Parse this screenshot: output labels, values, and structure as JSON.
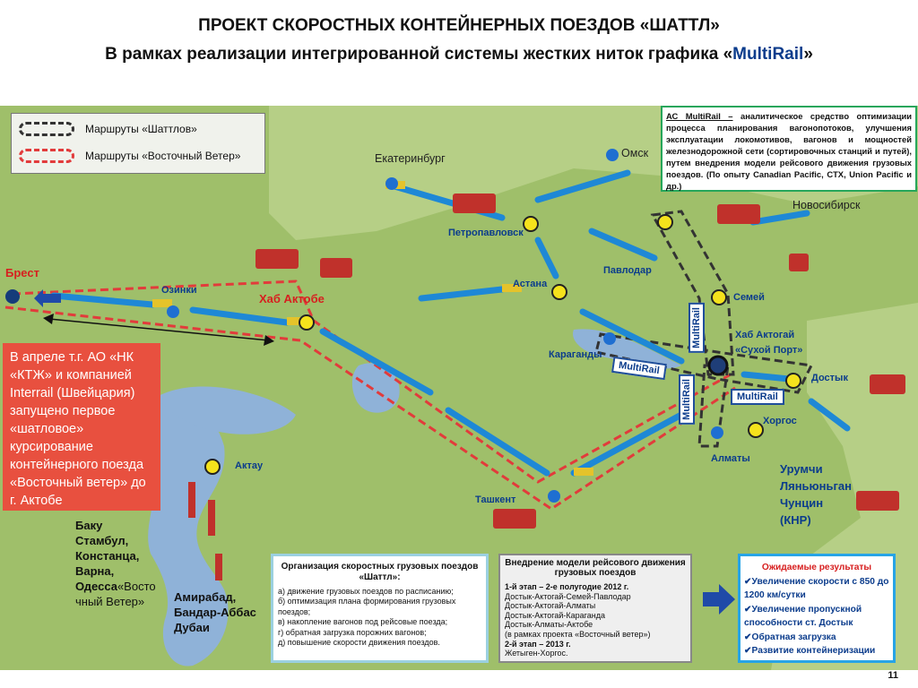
{
  "header": {
    "title_line1": "ПРОЕКТ СКОРОСТНЫХ КОНТЕЙНЕРНЫХ ПОЕЗДОВ «ШАТТЛ»",
    "title_line2_prefix": "В рамках реализации интегрированной системы жестких ниток графика «",
    "title_line2_brand": "MultiRail",
    "title_line2_suffix": "»"
  },
  "legend": {
    "shuttle_label": "Маршруты «Шаттлов»",
    "east_wind_label": "Маршруты «Восточный Ветер»"
  },
  "info_top": {
    "lead": "АС MultiRail –",
    "text": " аналитическое средство оптимизации процесса планирования вагонопотоков, улучшения эксплуатации локомотивов, вагонов и мощностей железнодорожной сети (сортировочных станций и путей), путем внедрения модели рейсового движения грузовых поездов. (По опыту Canadian Pacific, CTX, Union Pacific и др.)"
  },
  "red_box": {
    "text": "В апреле т.г. АО «НК «КТЖ» и компанией Interrail (Швейцария) запущено первое «шатловое» курсирование контейнерного поезда «Восточный ветер» до г. Актобе"
  },
  "cities": {
    "ekaterinburg": "Екатеринбург",
    "omsk": "Омск",
    "novosibirsk": "Новосибирск",
    "petropavlovsk": "Петропавловск",
    "pavlodar": "Павлодар",
    "astana": "Астана",
    "semey": "Семей",
    "brest": "Брест",
    "ozinki": "Озинки",
    "hub_aktobe": "Хаб Актобе",
    "karaganda": "Караганды",
    "aktogay_line1": "Хаб Актогай",
    "aktogay_line2": "«Сухой Порт»",
    "dostyk": "Достык",
    "khorgos": "Хоргос",
    "almaty": "Алматы",
    "tashkent": "Ташкент",
    "aktau": "Актау"
  },
  "multirail_label": "MultiRail",
  "west_cities": {
    "line1": "Баку",
    "line2": "Стамбул,",
    "line3": "Констанца,",
    "line4": "Варна,",
    "line5_bold": "Одесса",
    "line5_rest": "«Восто",
    "line6": "чный Ветер»"
  },
  "south_cities": {
    "line1": "Амирабад,",
    "line2": "Бандар-Аббас",
    "line3": "Дубаи"
  },
  "china": {
    "line1": "Урумчи",
    "line2": "Ляньюньган",
    "line3": "Чунцин",
    "line4": "(КНР)"
  },
  "box_shuttle": {
    "heading": "Организация скоростных грузовых поездов «Шаттл»:",
    "items": [
      "а) движение грузовых поездов по расписанию;",
      "б) оптимизация плана формирования грузовых поездов;",
      "в) накопление вагонов под рейсовые поезда;",
      "г) обратная загрузка порожних вагонов;",
      "д) повышение скорости движения поездов."
    ]
  },
  "box_model": {
    "heading": "Внедрение модели рейсового движения грузовых поездов",
    "stage1": "1-й этап – 2-е полугодие 2012 г.",
    "stage1_items": [
      "Достык-Актогай-Семей-Павлодар",
      "Достык-Актогай-Алматы",
      "Достык-Актогай-Караганда",
      "Достык-Алматы-Актобе",
      "(в рамках проекта «Восточный ветер»)"
    ],
    "stage2": "2-й этап – 2013 г.",
    "stage2_items": [
      "Жетыген-Хоргос."
    ]
  },
  "box_results": {
    "heading": "Ожидаемые результаты",
    "items": [
      "Увеличение скорости с 850 до 1200 км/сутки",
      "Увеличение пропускной способности ст. Достык",
      "Обратная загрузка",
      "Развитие контейнеризации"
    ]
  },
  "page_number": "11",
  "colors": {
    "map_land": "#9fbf6a",
    "water": "#8fb2d8",
    "shuttle_route": "#333333",
    "east_wind_route": "#e23b3b",
    "accent_blue": "#0b3c8c"
  }
}
